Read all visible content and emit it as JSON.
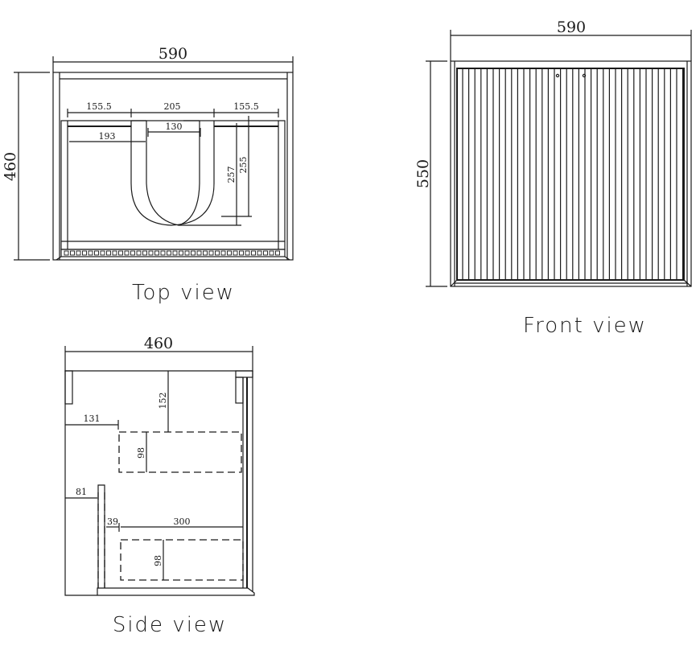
{
  "colors": {
    "ink": "#1a1a1a",
    "background": "#ffffff"
  },
  "top_view": {
    "caption": "Top view",
    "overall_width": "590",
    "overall_depth": "460",
    "left_top_width": "155.5",
    "basin_cutout_width": "205",
    "right_top_width": "155.5",
    "basin_inner_width": "130",
    "offset_to_basin": "193",
    "basin_depth_outer": "257",
    "basin_depth_inner": "255"
  },
  "front_view": {
    "caption": "Front view",
    "overall_width": "590",
    "overall_height": "550"
  },
  "side_view": {
    "caption": "Side view",
    "overall_depth": "460",
    "drawer1_top_offset": "152",
    "drawer1_front_offset": "131",
    "drawer1_height": "98",
    "panel_offset": "81",
    "drawer2_front_offset": "39",
    "drawer2_depth": "300",
    "drawer2_height": "98"
  }
}
